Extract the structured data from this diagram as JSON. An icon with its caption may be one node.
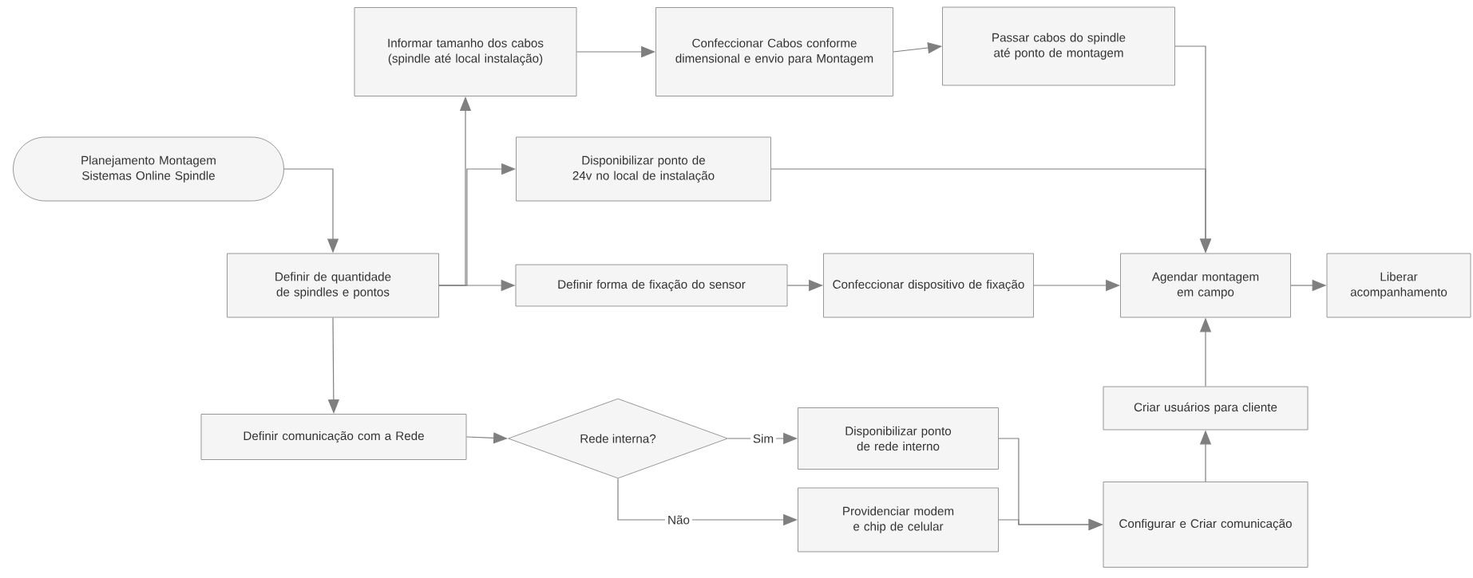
{
  "diagram": {
    "nodes": [
      {
        "text": [
          "Planejamento Montagem Sistemas Online Spindle"
        ]
      },
      {
        "text": [
          "Informar tamanho dos cabos (spindle até local instalação)"
        ]
      },
      {
        "text": [
          "Confeccionar Cabos conforme dimensional e envio para Montagem"
        ]
      },
      {
        "text": [
          "Passar cabos do spindle até ponto de montagem"
        ]
      },
      {
        "text": [
          "Disponibilizar ponto de 24v no local de instalação"
        ]
      },
      {
        "text": [
          "Definir de quantidade de spindles e pontos"
        ]
      },
      {
        "text": [
          "Definir forma de fixação do sensor"
        ]
      },
      {
        "text": [
          "Confeccionar dispositivo de fixação"
        ]
      },
      {
        "text": [
          "Agendar montagem em campo"
        ]
      },
      {
        "text": [
          "Liberar acompanhamento"
        ]
      },
      {
        "text": [
          "Criar usuários para cliente"
        ]
      },
      {
        "text": [
          "Definir comunicação com a Rede"
        ]
      },
      {
        "text": [
          "Rede interna?"
        ]
      },
      {
        "text": [
          "Disponibilizar ponto de rede interno"
        ]
      },
      {
        "text": [
          "Providenciar modem e chip de celular"
        ]
      },
      {
        "text": [
          "Configurar e Criar comunicação"
        ]
      }
    ],
    "edges": [
      {
        "from": 0,
        "to": 5,
        "arrow": "to"
      },
      {
        "from": 5,
        "to": 1,
        "arrow": "to"
      },
      {
        "from": 5,
        "to": 4,
        "arrow": "to"
      },
      {
        "from": 5,
        "to": 6,
        "arrow": "to"
      },
      {
        "from": 1,
        "to": 2,
        "arrow": "to"
      },
      {
        "from": 2,
        "to": 3,
        "arrow": "to"
      },
      {
        "from": 3,
        "to": 8,
        "arrow": "to"
      },
      {
        "from": 4,
        "to": 8,
        "arrow": "to"
      },
      {
        "from": 6,
        "to": 7,
        "arrow": "to"
      },
      {
        "from": 7,
        "to": 8,
        "arrow": "to"
      },
      {
        "from": 8,
        "to": 9,
        "arrow": "to"
      },
      {
        "from": 5,
        "to": 11,
        "arrow": "to"
      },
      {
        "from": 11,
        "to": 12,
        "arrow": "to"
      },
      {
        "from": 12,
        "to": 13,
        "label": "Sim",
        "arrow": "to"
      },
      {
        "from": 12,
        "to": 14,
        "label": "Não",
        "arrow": "to"
      },
      {
        "from": 13,
        "to": 15,
        "arrow": "to"
      },
      {
        "from": 14,
        "to": 15,
        "arrow": "to"
      },
      {
        "from": 15,
        "to": 10,
        "arrow": "to"
      },
      {
        "from": 10,
        "to": 8,
        "arrow": "to"
      }
    ]
  }
}
